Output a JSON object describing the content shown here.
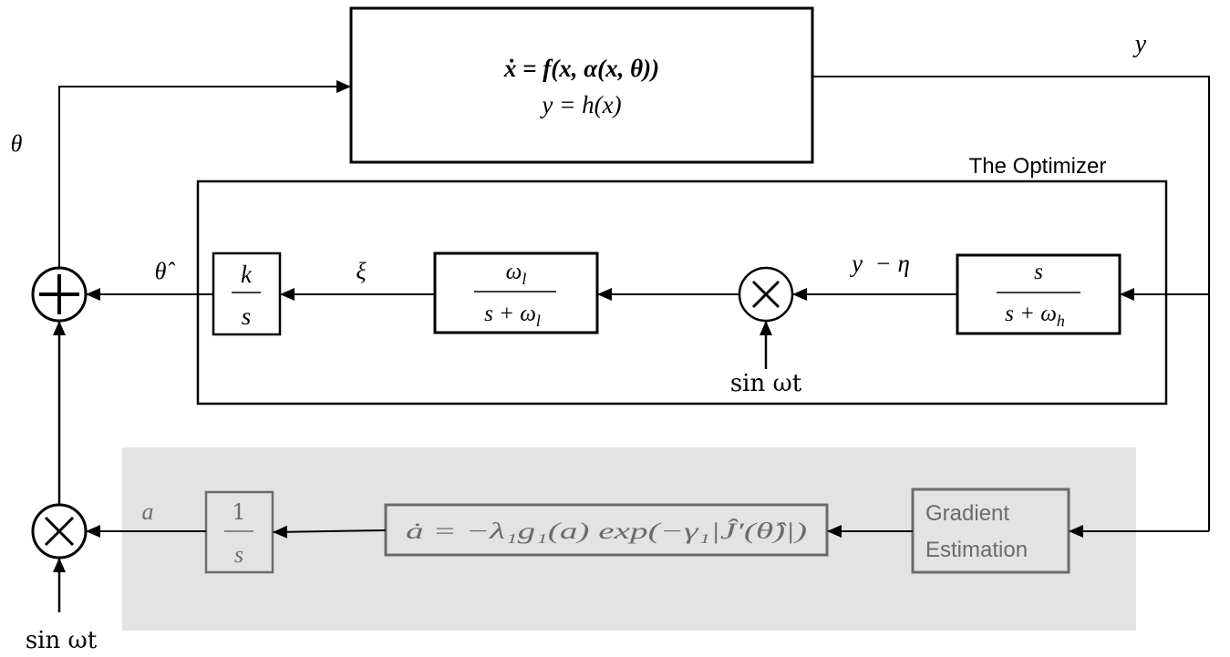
{
  "plant": {
    "eq1": "ẋ = f(x, α(x, θ))",
    "eq2": "y = h(x)"
  },
  "optimizer": {
    "title": "The Optimizer",
    "integrator": {
      "num": "k",
      "den": "s"
    },
    "lowpass": {
      "num": "ω",
      "num_sub": "l",
      "den": "s + ω",
      "den_sub": "l"
    },
    "highpass": {
      "num": "s",
      "den": "s + ω",
      "den_sub": "h"
    },
    "multiplier_input": "sin ωt"
  },
  "adaptation": {
    "integrator": {
      "num": "1",
      "den": "s"
    },
    "law": "ȧ = −λ₁g₁(a) exp(−γ₁|Ĵ′(θ̂)|)",
    "gradient_block": [
      "Gradient",
      "Estimation"
    ],
    "multiplier_input": "sin ωt"
  },
  "signals": {
    "theta": "θ",
    "theta_hat": "θ̂",
    "xi": "ξ",
    "y": "y",
    "y_minus_eta": "y  − η",
    "a": "a"
  },
  "symbols": {
    "sum": "+",
    "multiply": "×"
  },
  "colors": {
    "line": "#000000",
    "grey_block": "#6b6b6b",
    "grey_region": "#e3e3e3"
  }
}
